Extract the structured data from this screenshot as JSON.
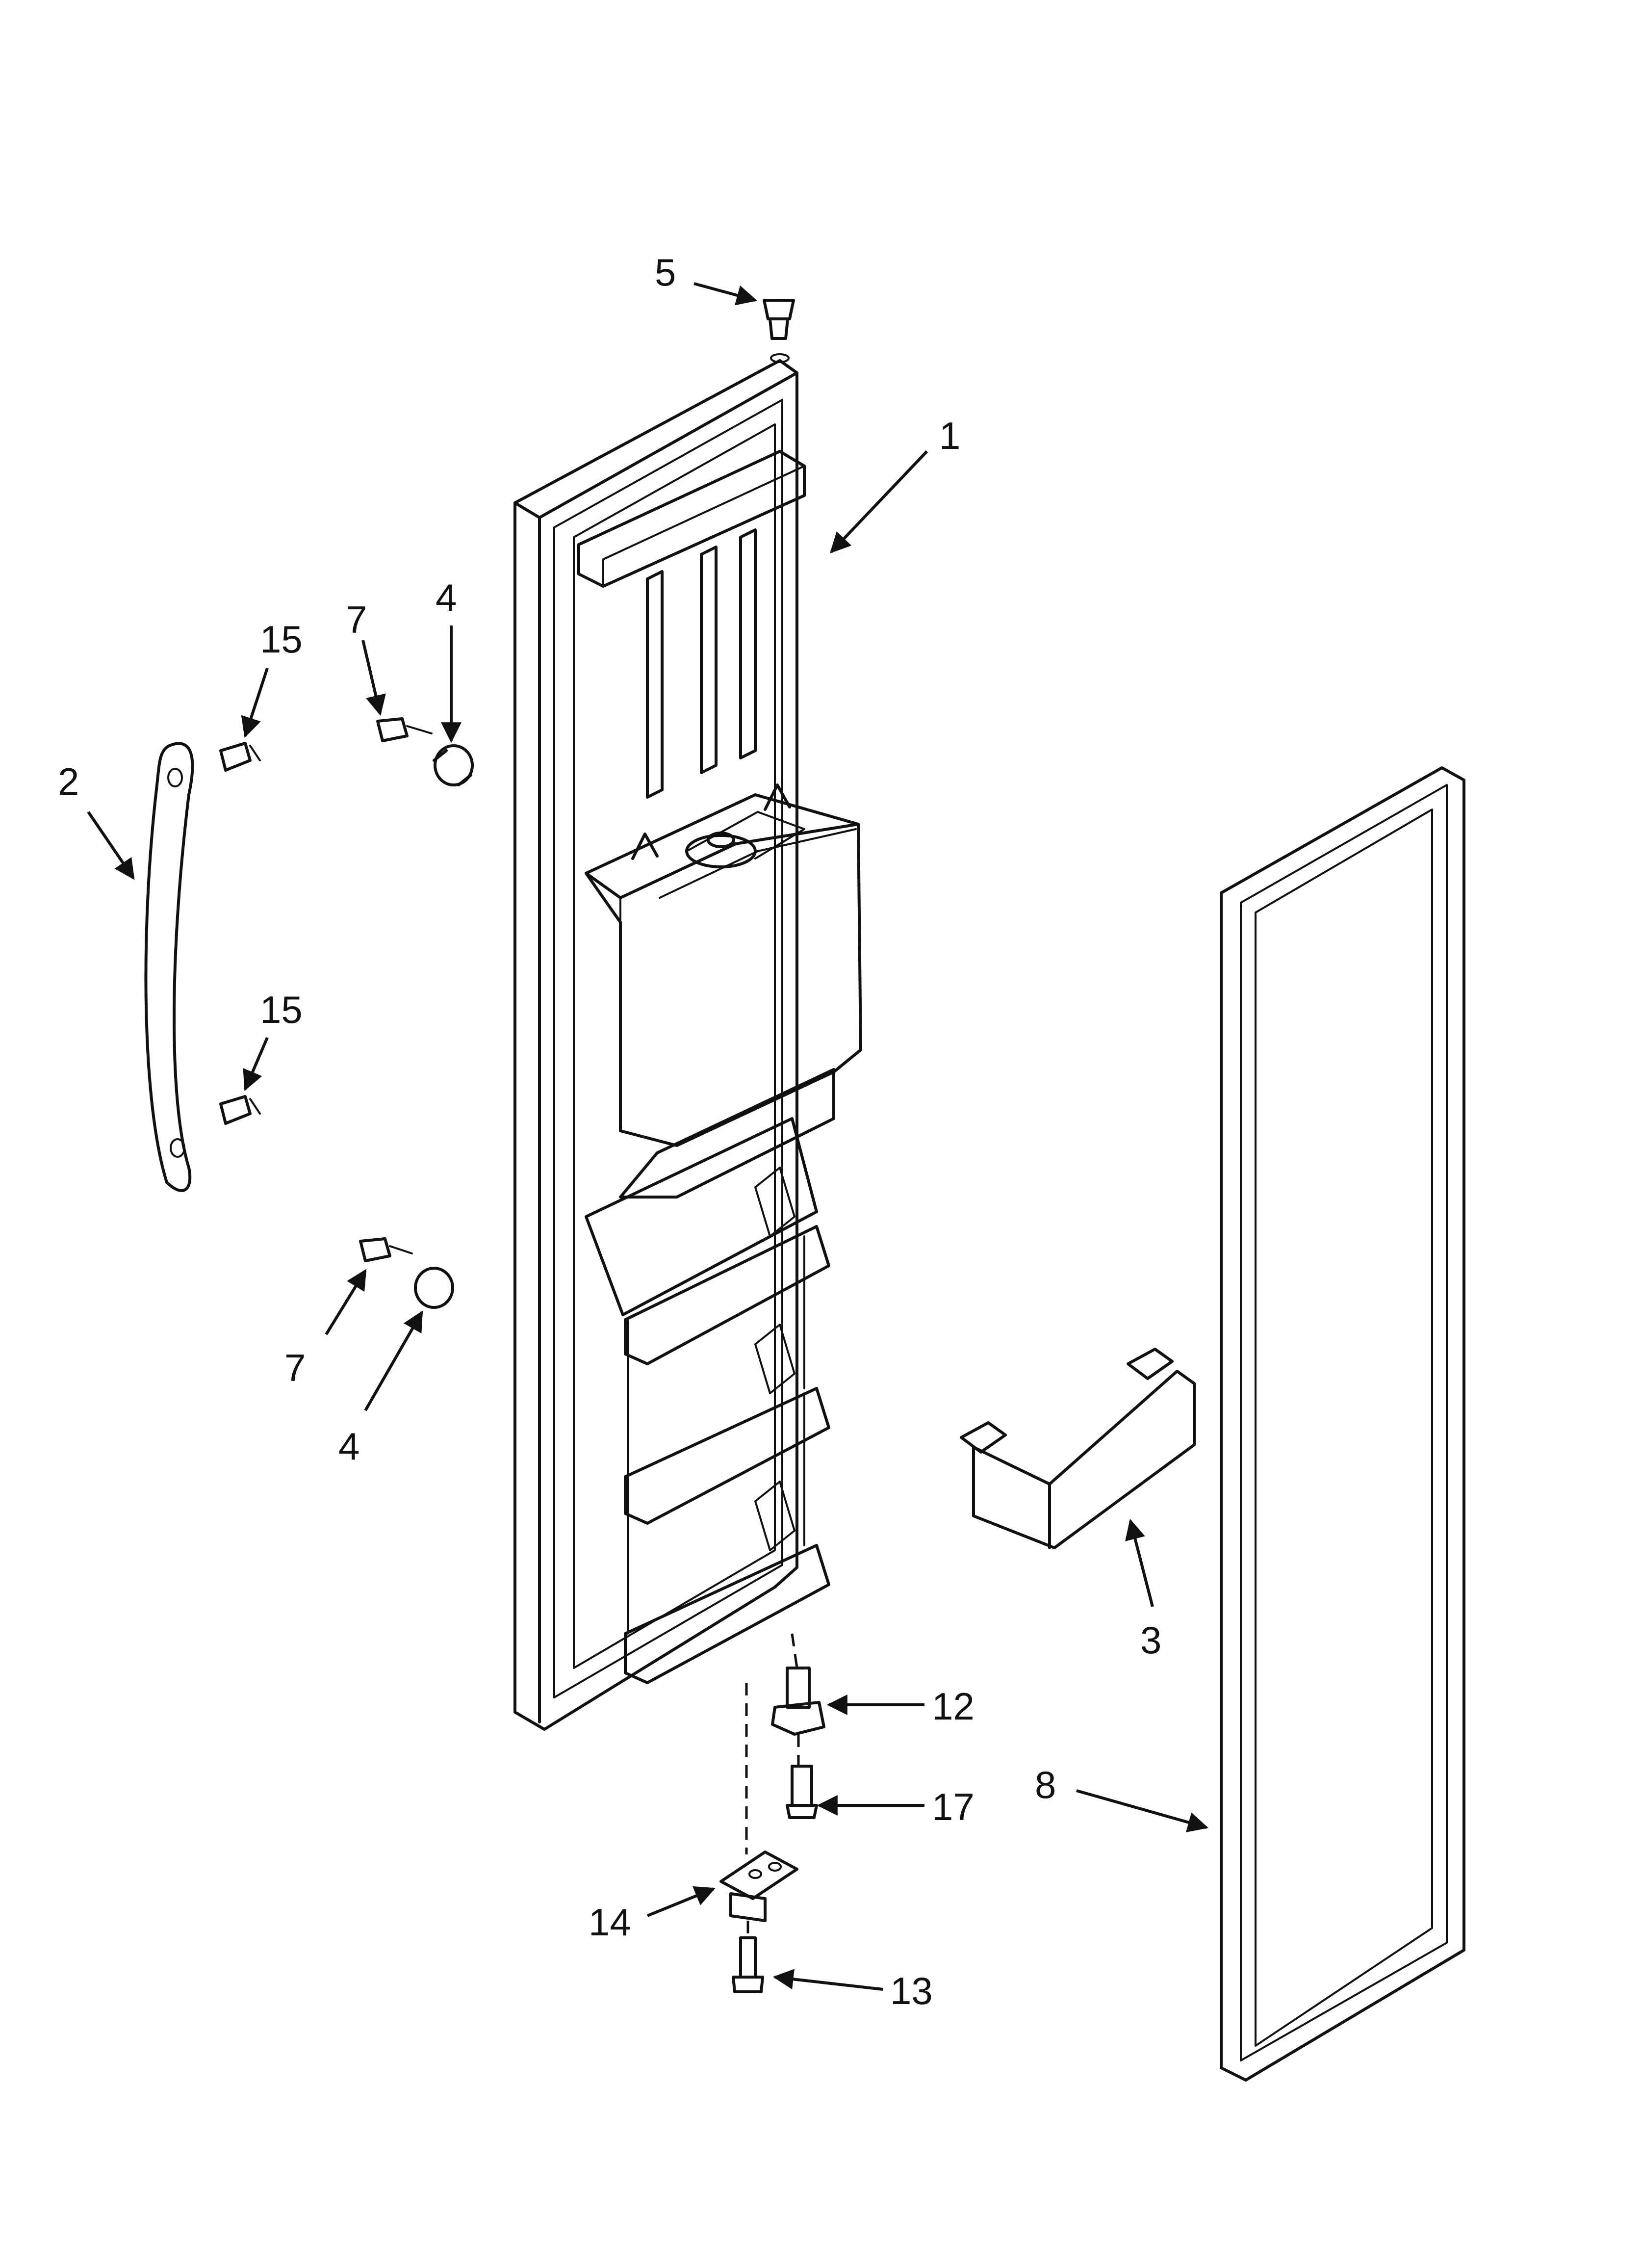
{
  "callouts": [
    {
      "key": "door",
      "label": "1"
    },
    {
      "key": "handle",
      "label": "2"
    },
    {
      "key": "door-shelf-bin",
      "label": "3"
    },
    {
      "key": "handle-spacer-upper",
      "label": "4"
    },
    {
      "key": "handle-spacer-lower",
      "label": "4"
    },
    {
      "key": "top-hinge-bushing",
      "label": "5"
    },
    {
      "key": "spacer-screw-upper",
      "label": "7"
    },
    {
      "key": "spacer-screw-lower",
      "label": "7"
    },
    {
      "key": "door-gasket",
      "label": "8"
    },
    {
      "key": "hinge-pin",
      "label": "12"
    },
    {
      "key": "hinge-screw",
      "label": "13"
    },
    {
      "key": "bottom-hinge",
      "label": "14"
    },
    {
      "key": "handle-screw-upper",
      "label": "15"
    },
    {
      "key": "handle-screw-lower",
      "label": "15"
    },
    {
      "key": "hinge-pin-screw",
      "label": "17"
    }
  ]
}
